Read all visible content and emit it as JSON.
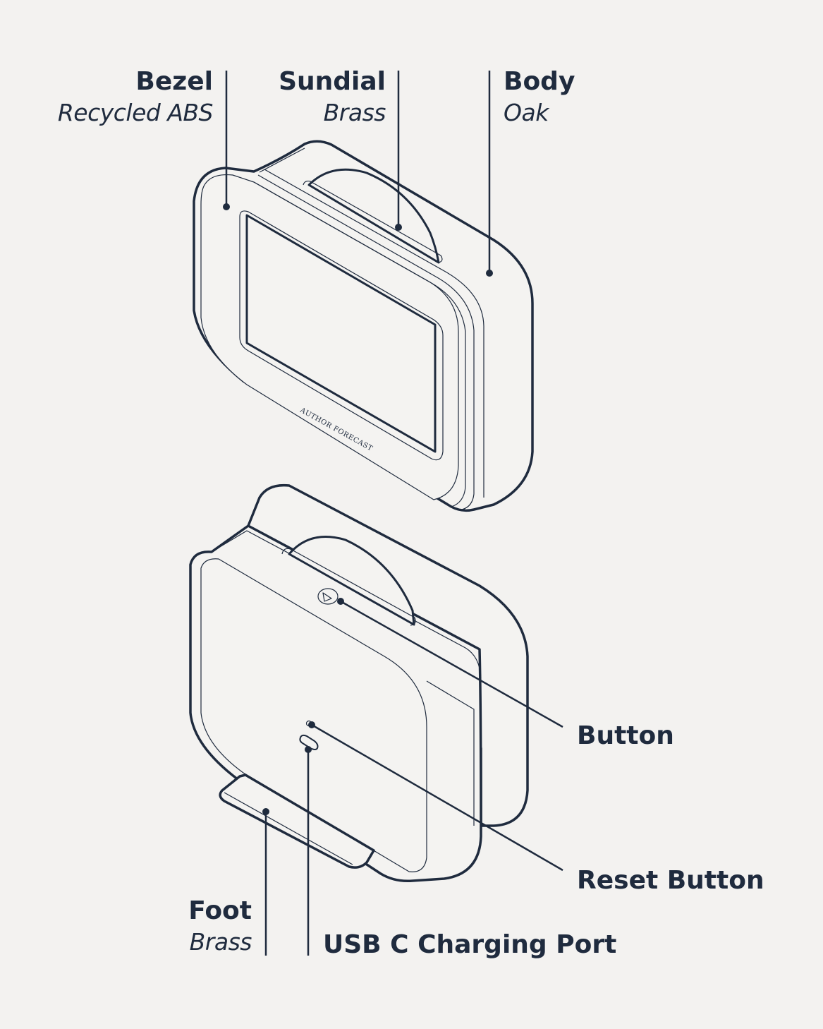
{
  "labels": {
    "bezel": {
      "title": "Bezel",
      "material": "Recycled ABS"
    },
    "sundial": {
      "title": "Sundial",
      "material": "Brass"
    },
    "body": {
      "title": "Body",
      "material": "Oak"
    },
    "button": {
      "title": "Button"
    },
    "reset_button": {
      "title": "Reset Button"
    },
    "foot": {
      "title": "Foot",
      "material": "Brass"
    },
    "usb_port": {
      "title": "USB C Charging Port"
    }
  },
  "device": {
    "brand_mark": "AUTHOR FORECAST"
  },
  "colors": {
    "background": "#f3f2f0",
    "ink": "#1f2b3e",
    "device_fill": "#f4f3f1"
  }
}
